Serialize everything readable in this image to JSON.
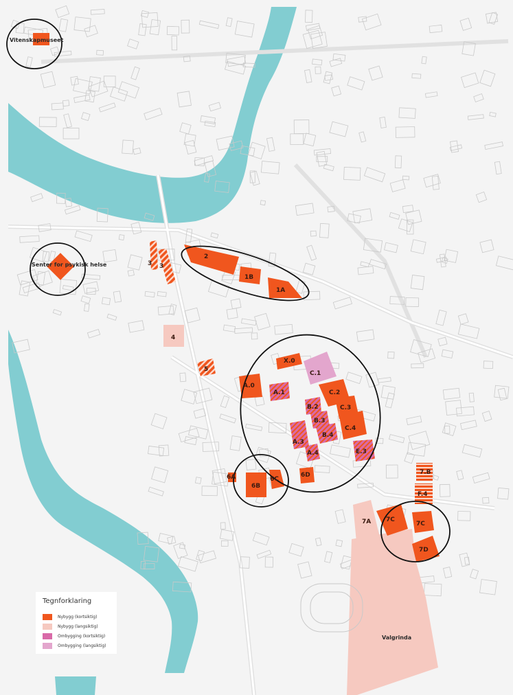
{
  "colors": {
    "background": "#f4f4f4",
    "water": "#82cdd1",
    "nybygg_kort": "#f0561e",
    "nybygg_lang": "#f6c9c0",
    "ombygging_kort": "#d96aa8",
    "ombygging_lang": "#e3a6cd"
  },
  "places": {
    "vitenskapmuseet": "Vitenskapmuseet",
    "senter": "Senter for psykisk helse",
    "valgrinda": "Valgrinda"
  },
  "buildings": {
    "b2": "2",
    "b1b": "1B",
    "b1a": "1A",
    "b3a": "3",
    "b3b": "3",
    "b4": "4",
    "b5": "5",
    "x0": "X.0",
    "c1": "C.1",
    "a0": "A.0",
    "a1": "A.1",
    "c2": "C.2",
    "b2x": "B.2",
    "c3": "C.3",
    "b3x": "B.3",
    "b4x": "B.4",
    "c4": "C.4",
    "a3": "A.3",
    "a4": "A.4",
    "e3": "E.3",
    "d6": "6D",
    "a6": "6A",
    "b6": "6B",
    "c6": "6C",
    "b7": "7.B",
    "f4": "F.4",
    "a7": "7A",
    "c7a": "7C",
    "c7b": "7C",
    "d7": "7D"
  },
  "legend": {
    "title": "Tegnforklaring",
    "items": [
      {
        "label": "Nybygg (kortsiktig)",
        "color": "#f0561e"
      },
      {
        "label": "Nybygg (langsiktig)",
        "color": "#f6c9c0"
      },
      {
        "label": "Ombygging (kortsiktig)",
        "color": "#d96aa8"
      },
      {
        "label": "Ombygging (langsiktig)",
        "color": "#e3a6cd"
      }
    ]
  }
}
